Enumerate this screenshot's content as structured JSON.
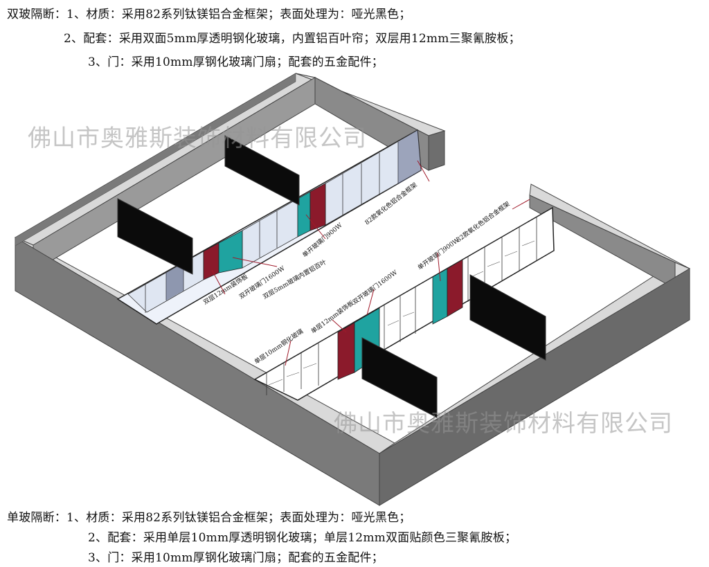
{
  "top_spec": {
    "title": "双玻隔断：",
    "line1": "1、材质：采用82系列钛镁铝合金框架；表面处理为：哑光黑色；",
    "line2": "2、配套：采用双面5mm厚透明钢化玻璃，内置铝百叶帘；双层用12mm三聚氰胺板；",
    "line3": "3、门：采用10mm厚钢化玻璃门扇；配套的五金配件；"
  },
  "bottom_spec": {
    "title": "单玻隔断：",
    "line1": "1、材质：采用82系列钛镁铝合金框架；表面处理为：哑光黑色；",
    "line2": "2、配套：采用单层10mm厚透明钢化玻璃；单层12mm双面贴颜色三聚氰胺板；",
    "line3": "3、门：采用10mm厚钢化玻璃门扇；配套的五金配件；"
  },
  "watermark": "佛山市奥雅斯装饰材料有限公司",
  "labels": {
    "upper_frame": "82款氧化色铝合金框架",
    "upper_single_door": "单开玻璃门900W",
    "upper_double_door": "双开玻璃门1600W",
    "upper_panel": "双层12mm装饰板",
    "upper_blinds": "双层5mm玻璃内置铝百叶",
    "lower_frame": "82款氧化色铝合金框架",
    "lower_single_door": "单开玻璃门900W",
    "lower_double_door": "双开玻璃门1600W",
    "lower_panel": "单层12mm装饰板",
    "lower_glass": "单层10mm钢化玻璃"
  },
  "colors": {
    "wall_top": "#d9d9d9",
    "wall_inner": "#8a8a8a",
    "wall_outer": "#6e6e6e",
    "teal_door": "#1fa3a0",
    "maroon_panel": "#8b1a2b",
    "blind_glass": "#dfe6f2",
    "clear_glass": "#ffffff",
    "dark_board": "#0b0b0b"
  }
}
